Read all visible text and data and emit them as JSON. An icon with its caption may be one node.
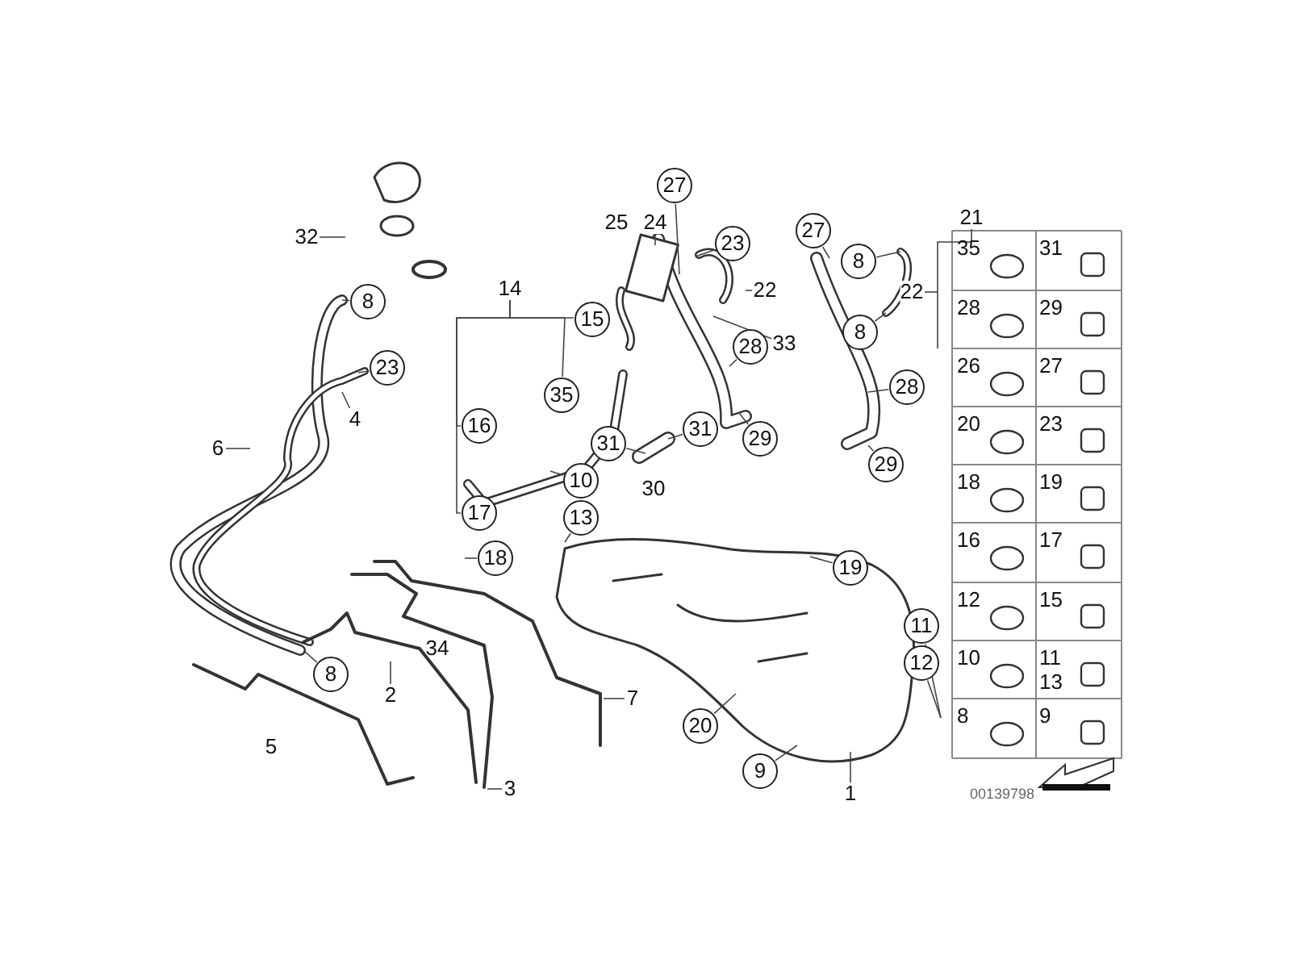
{
  "diagram": {
    "nodes": [
      {
        "text": [
          "27"
        ]
      },
      {
        "text": [
          "27"
        ]
      },
      {
        "text": [
          "23"
        ]
      },
      {
        "text": [
          "8"
        ]
      },
      {
        "text": [
          "8"
        ]
      },
      {
        "text": [
          "8"
        ]
      },
      {
        "text": [
          "15"
        ]
      },
      {
        "text": [
          "23"
        ]
      },
      {
        "text": [
          "28"
        ]
      },
      {
        "text": [
          "35"
        ]
      },
      {
        "text": [
          "28"
        ]
      },
      {
        "text": [
          "16"
        ]
      },
      {
        "text": [
          "31"
        ]
      },
      {
        "text": [
          "31"
        ]
      },
      {
        "text": [
          "29"
        ]
      },
      {
        "text": [
          "29"
        ]
      },
      {
        "text": [
          "17"
        ]
      },
      {
        "text": [
          "10"
        ]
      },
      {
        "text": [
          "13"
        ]
      },
      {
        "text": [
          "18"
        ]
      },
      {
        "text": [
          "19"
        ]
      },
      {
        "text": [
          "11"
        ]
      },
      {
        "text": [
          "12"
        ]
      },
      {
        "text": [
          "8"
        ]
      },
      {
        "text": [
          "20"
        ]
      },
      {
        "text": [
          "9"
        ]
      },
      {
        "text": [
          "32"
        ]
      },
      {
        "text": [
          "24"
        ]
      },
      {
        "text": [
          "22"
        ]
      },
      {
        "text": [
          "21"
        ]
      },
      {
        "text": [
          "22"
        ]
      },
      {
        "text": [
          "14"
        ]
      },
      {
        "text": [
          "33"
        ]
      },
      {
        "text": [
          "6"
        ]
      },
      {
        "text": [
          "4"
        ]
      },
      {
        "text": [
          "2"
        ]
      },
      {
        "text": [
          "7"
        ]
      },
      {
        "text": [
          "3"
        ]
      },
      {
        "text": [
          "1"
        ]
      }
    ],
    "edges": [
      {
        "from": 0,
        "to": null,
        "arrow": "none"
      },
      {
        "from": 1,
        "to": null,
        "arrow": "none"
      },
      {
        "from": 2,
        "to": null,
        "arrow": "none"
      },
      {
        "from": 3,
        "to": null,
        "arrow": "none"
      },
      {
        "from": 4,
        "to": null,
        "arrow": "none"
      },
      {
        "from": 5,
        "to": null,
        "arrow": "none"
      },
      {
        "from": 7,
        "to": null,
        "arrow": "none"
      },
      {
        "from": 8,
        "to": null,
        "arrow": "none"
      },
      {
        "from": 10,
        "to": null,
        "arrow": "none"
      },
      {
        "from": 12,
        "to": null,
        "arrow": "none"
      },
      {
        "from": 13,
        "to": null,
        "arrow": "none"
      },
      {
        "from": 14,
        "to": null,
        "arrow": "none"
      },
      {
        "from": 15,
        "to": null,
        "arrow": "none"
      },
      {
        "from": 17,
        "to": null,
        "arrow": "none"
      },
      {
        "from": 18,
        "to": null,
        "arrow": "none"
      },
      {
        "from": 19,
        "to": null,
        "arrow": "none"
      },
      {
        "from": 20,
        "to": null,
        "arrow": "none"
      },
      {
        "from": 21,
        "to": null,
        "arrow": "none"
      },
      {
        "from": 22,
        "to": null,
        "arrow": "none"
      },
      {
        "from": 23,
        "to": null,
        "arrow": "none"
      },
      {
        "from": 24,
        "to": null,
        "arrow": "none"
      },
      {
        "from": 25,
        "to": null,
        "arrow": "none"
      },
      {
        "from": 26,
        "to": null,
        "arrow": "none"
      },
      {
        "from": 27,
        "to": null,
        "arrow": "none"
      },
      {
        "from": 28,
        "to": null,
        "arrow": "none"
      },
      {
        "from": 29,
        "to": null,
        "arrow": "none"
      },
      {
        "from": 30,
        "to": null,
        "arrow": "none"
      },
      {
        "from": 31,
        "to": 6,
        "arrow": "none"
      },
      {
        "from": 31,
        "to": 9,
        "arrow": "none"
      },
      {
        "from": 31,
        "to": 11,
        "arrow": "none"
      },
      {
        "from": 31,
        "to": 16,
        "arrow": "none"
      },
      {
        "from": 32,
        "to": null,
        "arrow": "none"
      },
      {
        "from": 33,
        "to": null,
        "arrow": "none"
      },
      {
        "from": 34,
        "to": null,
        "arrow": "none"
      },
      {
        "from": 35,
        "to": null,
        "arrow": "none"
      },
      {
        "from": 36,
        "to": null,
        "arrow": "none"
      },
      {
        "from": 37,
        "to": null,
        "arrow": "none"
      },
      {
        "from": 38,
        "to": null,
        "arrow": "none"
      }
    ],
    "labels": [
      "25",
      "30",
      "34",
      "5",
      "35",
      "31",
      "28",
      "29",
      "26",
      "27",
      "20",
      "23",
      "18",
      "19",
      "16",
      "17",
      "12",
      "15",
      "10",
      "11",
      "13",
      "8",
      "9",
      "00139798"
    ]
  }
}
